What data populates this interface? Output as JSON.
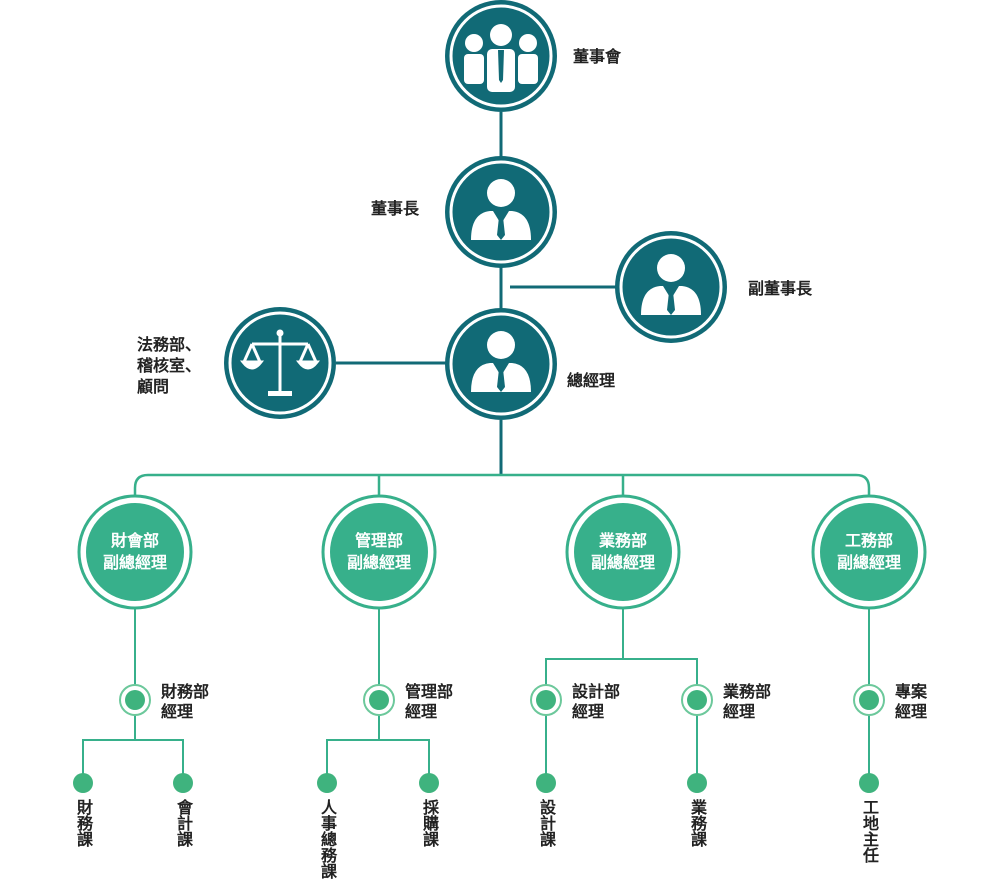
{
  "colors": {
    "teal": "#116a76",
    "green": "#37b08b",
    "line": "#2a8b7c",
    "node": "#3fb37e"
  },
  "top_nodes": {
    "board": {
      "label": "董事會",
      "icon": "people-group-icon"
    },
    "chairman": {
      "label": "董事長",
      "icon": "businessman-icon"
    },
    "vice_chairman": {
      "label": "副董事長",
      "icon": "businessman-icon"
    },
    "gm": {
      "label": "總經理",
      "icon": "businessman-icon"
    },
    "legal": {
      "label": "法務部、\n稽核室、\n顧問",
      "icon": "scales-icon"
    }
  },
  "vps": [
    {
      "name": "財會部\n副總經理"
    },
    {
      "name": "管理部\n副總經理"
    },
    {
      "name": "業務部\n副總經理"
    },
    {
      "name": "工務部\n副總經理"
    }
  ],
  "managers": [
    {
      "name": "財務部\n經理"
    },
    {
      "name": "管理部\n經理"
    },
    {
      "name": "設計部\n經理"
    },
    {
      "name": "業務部\n經理"
    },
    {
      "name": "專案\n經理"
    }
  ],
  "sections": [
    {
      "name": "財務課"
    },
    {
      "name": "會計課"
    },
    {
      "name": "人事總務課"
    },
    {
      "name": "採購課"
    },
    {
      "name": "設計課"
    },
    {
      "name": "業務課"
    },
    {
      "name": "工地主任"
    }
  ]
}
